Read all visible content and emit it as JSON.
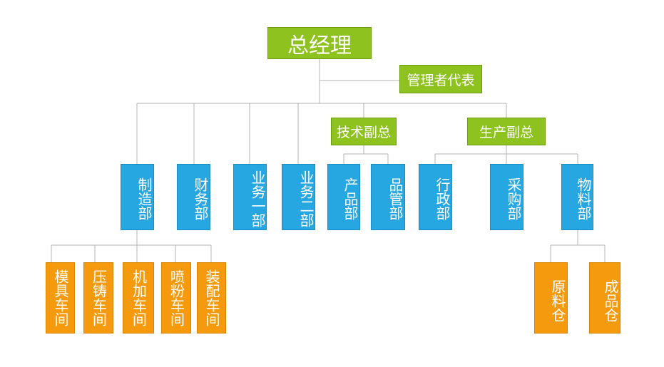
{
  "org": {
    "top": "总经理",
    "rep": "管理者代表",
    "tech_vp": "技术副总",
    "prod_vp": "生产副总",
    "depts": {
      "mfg": "制造部",
      "fin": "财务部",
      "biz1": "业务一部",
      "biz2": "业务二部",
      "prod_dept": "产品部",
      "qc": "品管部",
      "admin": "行政部",
      "purchase": "采购部",
      "material": "物料部"
    },
    "workshops": {
      "mold": "模具车间",
      "die": "压铸车间",
      "machine": "机加车间",
      "spray": "喷粉车间",
      "assembly": "装配车间"
    },
    "warehouses": {
      "raw": "原料仓",
      "finished": "成品仓"
    }
  },
  "colors": {
    "green": "#8dc21f",
    "blue": "#27a7e1",
    "orange": "#f59a0c",
    "line": "#b3b3b3"
  }
}
